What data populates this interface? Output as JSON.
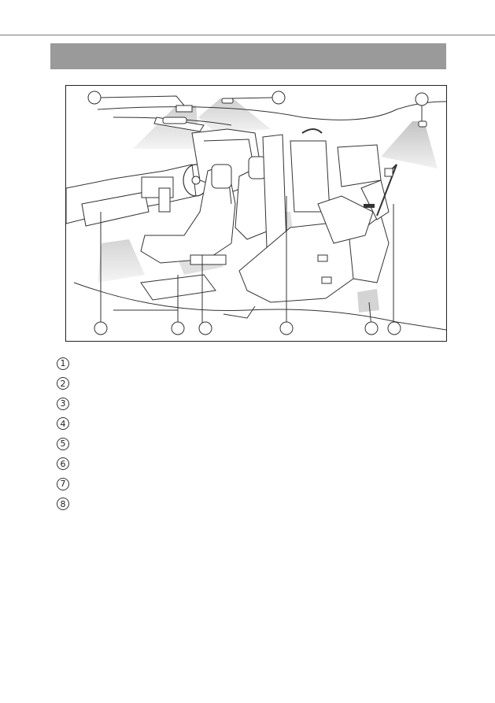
{
  "page": {
    "section_title": ""
  },
  "figure": {
    "callouts": [
      "",
      "",
      "",
      "",
      "",
      "",
      "",
      "",
      "",
      ""
    ]
  },
  "legend": {
    "items": [
      {
        "number": "1",
        "label": ""
      },
      {
        "number": "2",
        "label": ""
      },
      {
        "number": "3",
        "label": ""
      },
      {
        "number": "4",
        "label": ""
      },
      {
        "number": "5",
        "label": ""
      },
      {
        "number": "6",
        "label": ""
      },
      {
        "number": "7",
        "label": ""
      },
      {
        "number": "8",
        "label": ""
      }
    ]
  },
  "colors": {
    "header_bar": "#9a9a9a",
    "shading": "#d4d4d4",
    "line": "#333333"
  }
}
